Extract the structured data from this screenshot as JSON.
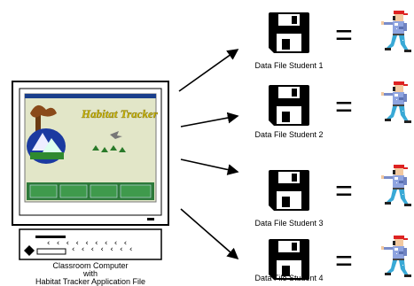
{
  "computer": {
    "screen_app_title": "Habitat Tracker",
    "label_line1": "Classroom Computer",
    "label_line2": "with",
    "label_line3": "Habitat Tracker Application File"
  },
  "data_files": [
    {
      "label": "Data File Student 1"
    },
    {
      "label": "Data File Student 2"
    },
    {
      "label": "Data File Student 3"
    },
    {
      "label": "Data File Student 4"
    }
  ],
  "relation_symbol": "=",
  "icons": {
    "disk": "floppy-disk-icon",
    "student": "student-figure-icon"
  }
}
